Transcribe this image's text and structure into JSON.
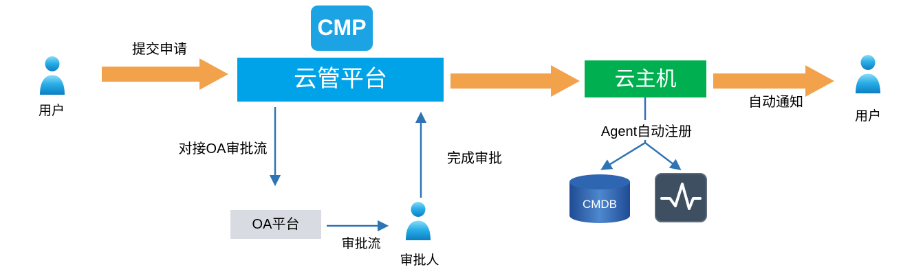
{
  "diagram": {
    "cmp_badge": "CMP",
    "nodes": {
      "cloud_platform": "云管平台",
      "cloud_host": "云主机",
      "oa_platform": "OA平台",
      "cmdb": "CMDB"
    },
    "actors": {
      "user_left": "用户",
      "user_right": "用户",
      "approver": "审批人"
    },
    "edge_labels": {
      "submit_request": "提交申请",
      "oa_approval_flow": "对接OA审批流",
      "approval_flow": "审批流",
      "complete_approval": "完成审批",
      "agent_register": "Agent自动注册",
      "auto_notify": "自动通知"
    },
    "icons": {
      "user_icon": "blue 3d person figure",
      "cmdb_icon": "blue database cylinder",
      "monitor_icon": "dark square with white heartbeat pulse line"
    },
    "colors": {
      "orange_arrow": "#F2A24B",
      "cyan_box": "#00A3E8",
      "cmp_badge_blue": "#1BA3E3",
      "green_box": "#00B050",
      "thin_arrow_blue": "#2E74B5",
      "gray_box": "#D8DCE2",
      "cmdb_blue": "#2A5CA8",
      "monitor_dark": "#3E4F61"
    }
  }
}
